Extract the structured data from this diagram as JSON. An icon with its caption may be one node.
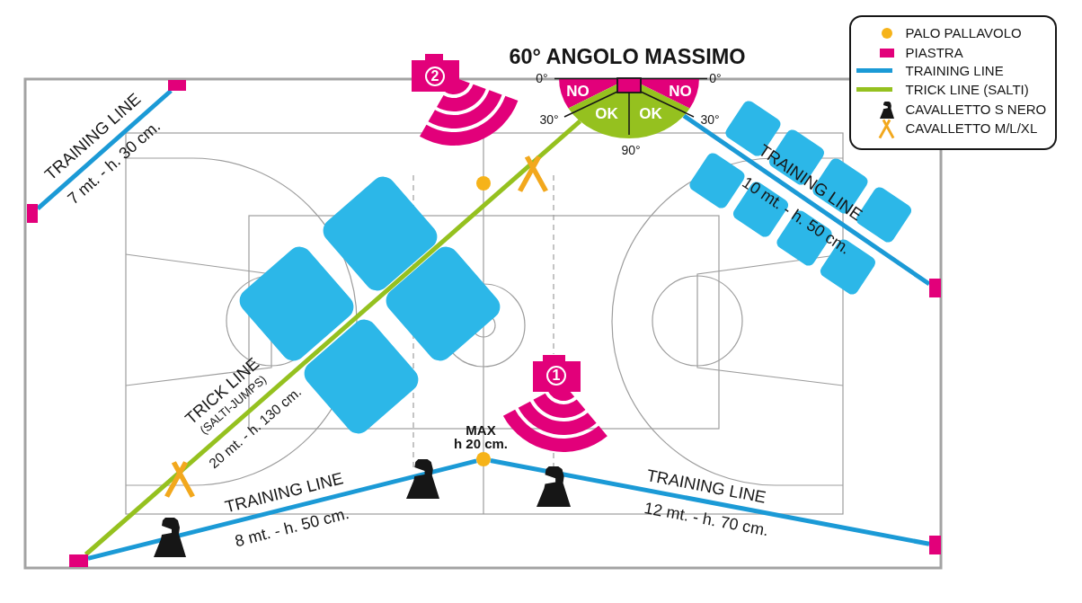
{
  "diagram": {
    "nodes": [
      {
        "text": [
          "60° ANGOLO MASSIMO",
          "0°",
          "0°",
          "NO",
          "NO",
          "OK",
          "OK",
          "30°",
          "30°",
          "90°"
        ]
      },
      {
        "text": [
          "2"
        ]
      },
      {
        "text": [],
        "shape": "box"
      },
      {
        "text": [],
        "shape": "box"
      },
      {
        "text": [],
        "shape": "box"
      },
      {
        "text": [
          "1"
        ]
      },
      {
        "text": [],
        "shape": "circle",
        "beside": [
          "MAX h 20 cm."
        ]
      },
      {
        "text": [],
        "shape": "box"
      },
      {
        "text": [],
        "shape": "box"
      }
    ],
    "edges": [
      {
        "from": 3,
        "to": 2,
        "arrow": "none",
        "label": "TRAINING LINE"
      },
      {
        "from": 0,
        "to": 4,
        "arrow": "none",
        "label": "TRAINING LINE"
      },
      {
        "from": 0,
        "to": 8,
        "arrow": "none",
        "label": "TRICK LINE",
        "color": "#95c11f"
      },
      {
        "from": 8,
        "to": 6,
        "arrow": "none",
        "label": "TRAINING LINE"
      },
      {
        "from": 6,
        "to": 7,
        "arrow": "none",
        "label": "TRAINING LINE"
      }
    ],
    "labels": [
      "7 mt. - h. 30 cm.",
      "10 mt. - h. 50 cm.",
      "(SALTI-JUMPS)",
      "20 mt. - h. 130 cm.",
      "8 mt. - h. 50 cm.",
      "12 mt. - h. 70 cm."
    ],
    "legend": [
      {
        "text": "PALO PALLAVOLO",
        "color": "#f6b319"
      },
      {
        "text": "PIASTRA",
        "color": "#e2007a"
      },
      {
        "text": "TRAINING LINE"
      },
      {
        "text": "TRICK LINE (SALTI)"
      },
      {
        "text": "CAVALLETTO S NERO"
      },
      {
        "text": "CAVALLETTO M/L/XL"
      }
    ]
  }
}
